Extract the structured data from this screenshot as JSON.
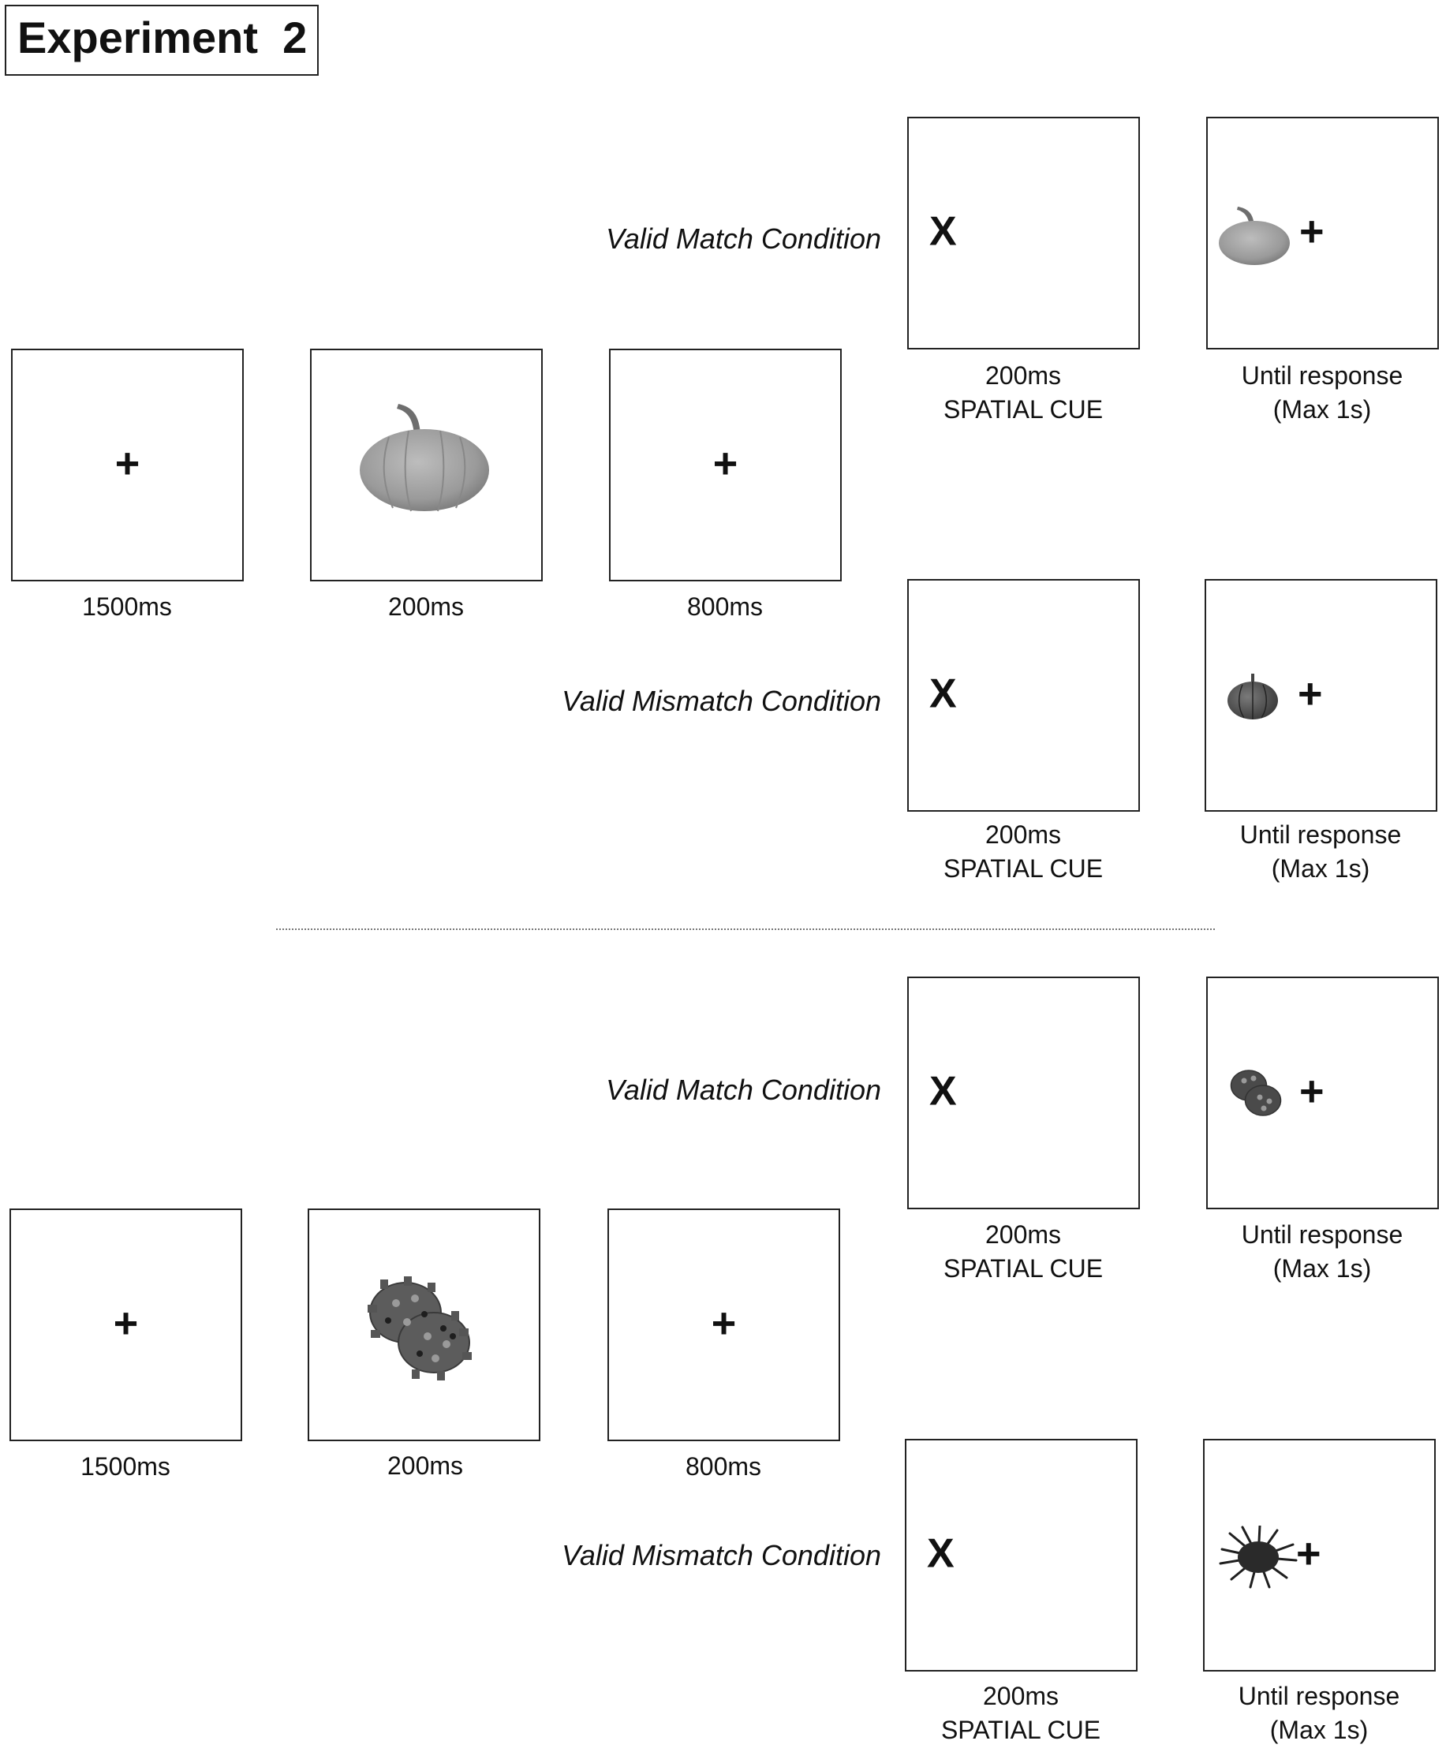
{
  "title": "Experiment  2",
  "symbols": {
    "fixation": "+",
    "cue": "X"
  },
  "timings": {
    "fixation": "1500ms",
    "study": "200ms",
    "delay": "800ms",
    "cue_time": "200ms",
    "cue_label": "SPATIAL CUE",
    "response": "Until response",
    "response_max": "(Max 1s)"
  },
  "conditions": {
    "match": "Valid Match Condition",
    "mismatch": "Valid Mismatch Condition"
  },
  "panels": [
    {
      "name": "pumpkin",
      "stimulus": "pumpkin-image",
      "match_stimulus": "small-pumpkin-image",
      "mismatch_stimulus": "dark-pumpkin-image"
    },
    {
      "name": "novel-object",
      "stimulus": "knobbed-object-image",
      "match_stimulus": "small-knobbed-object-image",
      "mismatch_stimulus": "spiky-object-image"
    }
  ]
}
